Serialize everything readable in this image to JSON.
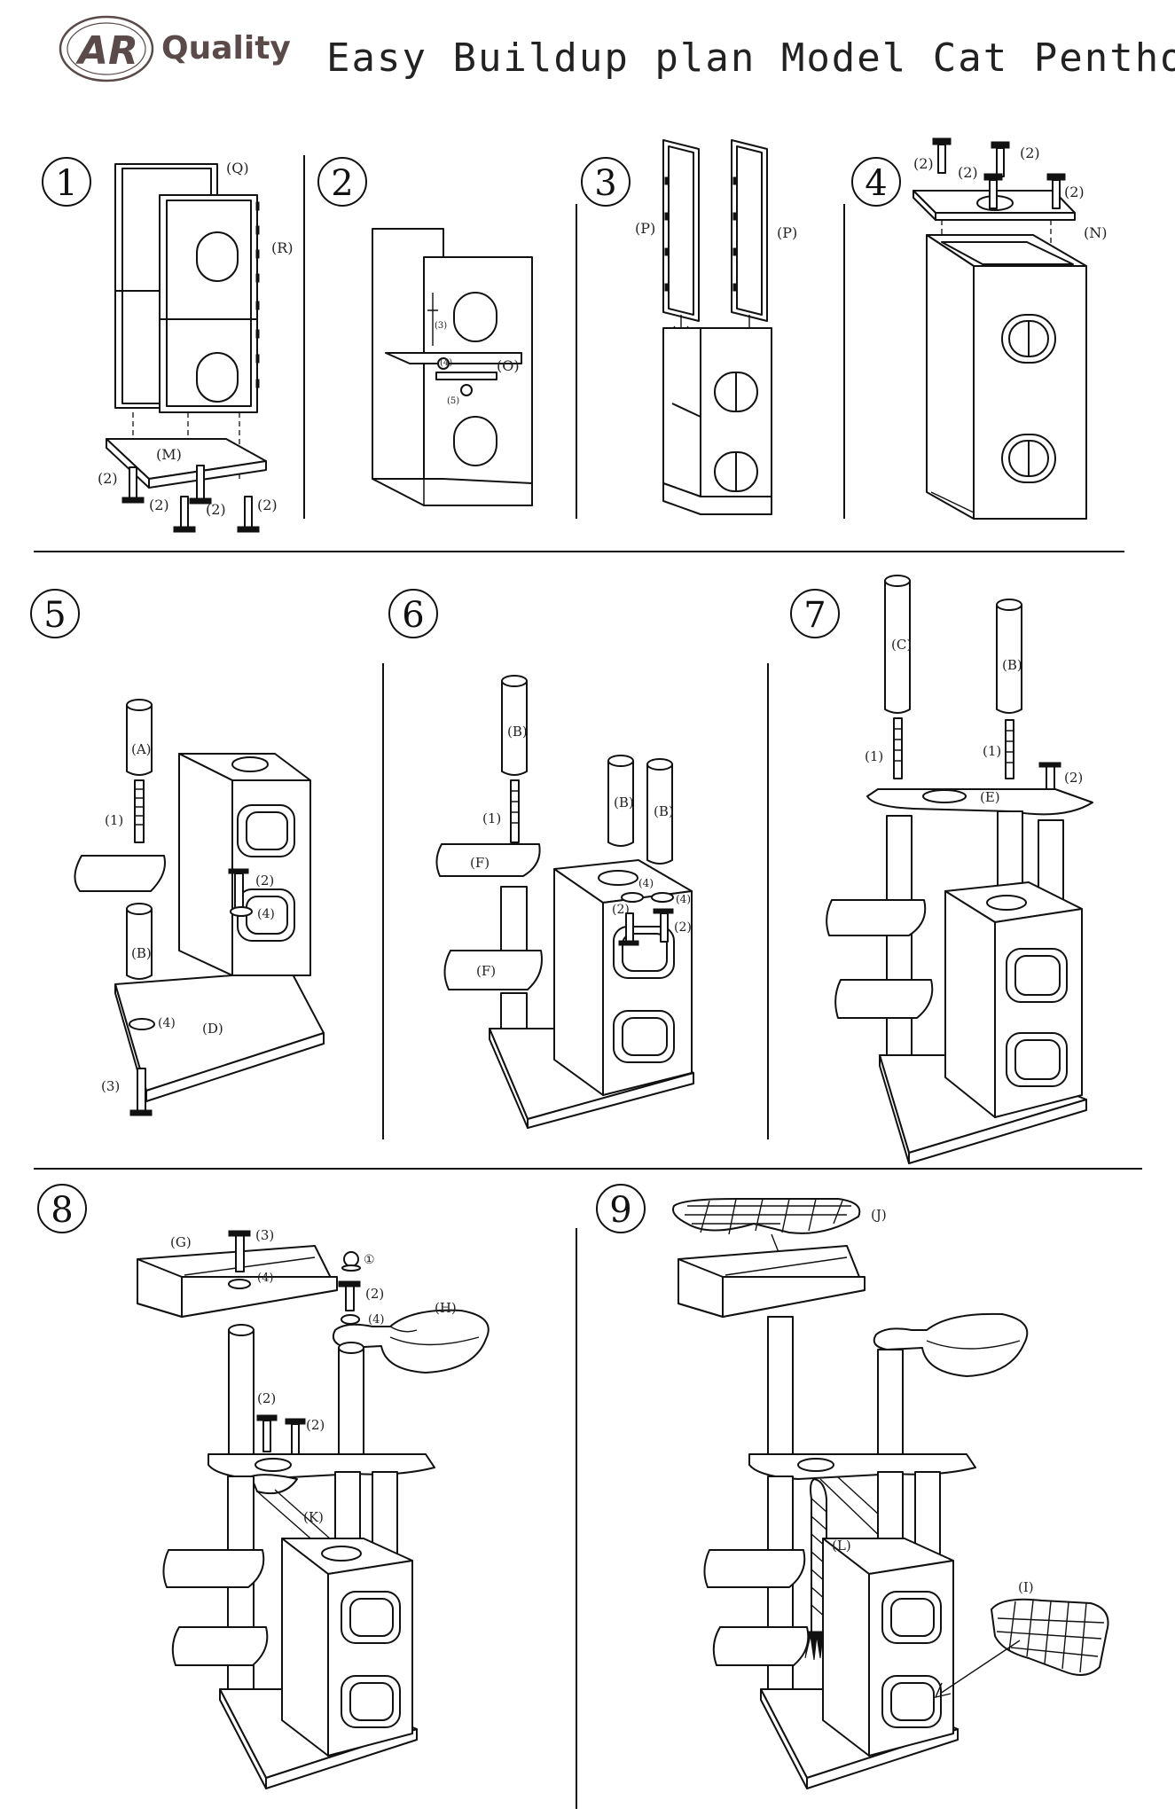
{
  "brand": {
    "monogram": "AR",
    "name": "Quality"
  },
  "title": "Easy Buildup plan Model Cat Penthouse",
  "steps": [
    {
      "num": "1",
      "labels": {
        "q": "(Q)",
        "r": "(R)",
        "m": "(M)",
        "s1": "(2)",
        "s2": "(2)",
        "s3": "(2)",
        "s4": "(2)"
      }
    },
    {
      "num": "2",
      "labels": {
        "o": "(O)",
        "a": "(3)",
        "b": "(4)",
        "c": "(5)"
      }
    },
    {
      "num": "3",
      "labels": {
        "p1": "(P)",
        "p2": "(P)"
      }
    },
    {
      "num": "4",
      "labels": {
        "n": "(N)",
        "s1": "(2)",
        "s2": "(2)",
        "s3": "(2)",
        "s4": "(2)"
      }
    },
    {
      "num": "5",
      "labels": {
        "a": "(A)",
        "b": "(B)",
        "d": "(D)",
        "one": "(1)",
        "two": "(2)",
        "four1": "(4)",
        "four2": "(4)",
        "three": "(3)"
      }
    },
    {
      "num": "6",
      "labels": {
        "b1": "(B)",
        "b2": "(B)",
        "b3": "(B)",
        "f1": "(F)",
        "f2": "(F)",
        "one": "(1)",
        "two1": "(2)",
        "two2": "(2)",
        "four1": "(4)",
        "four2": "(4)"
      }
    },
    {
      "num": "7",
      "labels": {
        "c": "(C)",
        "b": "(B)",
        "e": "(E)",
        "one1": "(1)",
        "one2": "(1)",
        "two": "(2)"
      }
    },
    {
      "num": "8",
      "labels": {
        "g": "(G)",
        "h": "(H)",
        "k": "(K)",
        "three": "(3)",
        "four1": "(4)",
        "four2": "(4)",
        "one": "①",
        "two1": "(2)",
        "two2": "(2)",
        "two3": "(2)"
      }
    },
    {
      "num": "9",
      "labels": {
        "j": "(J)",
        "l": "(L)",
        "i": "(I)"
      }
    }
  ]
}
